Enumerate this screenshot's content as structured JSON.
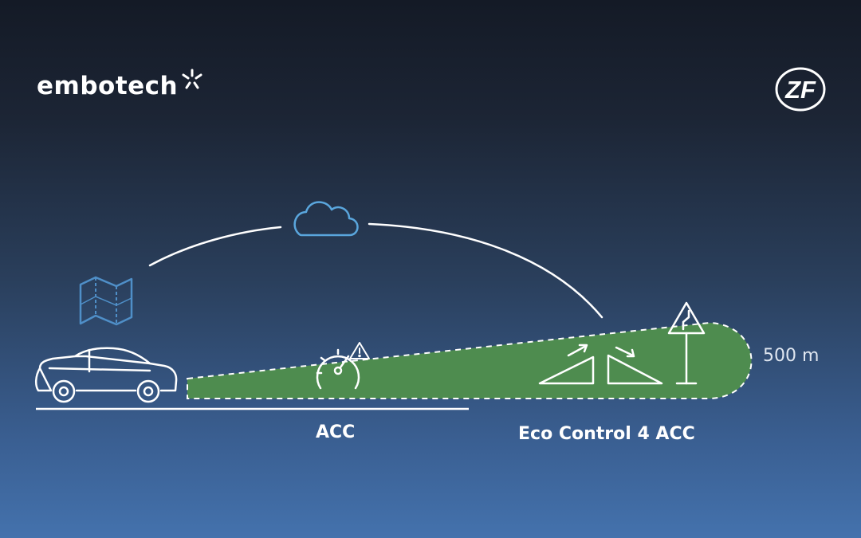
{
  "brand": {
    "name": "embotech"
  },
  "partner_logo": {
    "text": "ZF"
  },
  "labels": {
    "acc": "ACC",
    "eco": "Eco Control 4 ACC",
    "distance": "500 m"
  },
  "colors": {
    "zone": "#4e8c4f",
    "cloud": "#5aa6dd",
    "map": "#4f8fc8",
    "line": "#ffffff"
  },
  "icons": [
    "car-icon",
    "map-icon",
    "cloud-icon",
    "speedometer-icon",
    "warning-icon",
    "uphill-slope-icon",
    "downhill-slope-icon",
    "curve-warning-sign-icon"
  ]
}
